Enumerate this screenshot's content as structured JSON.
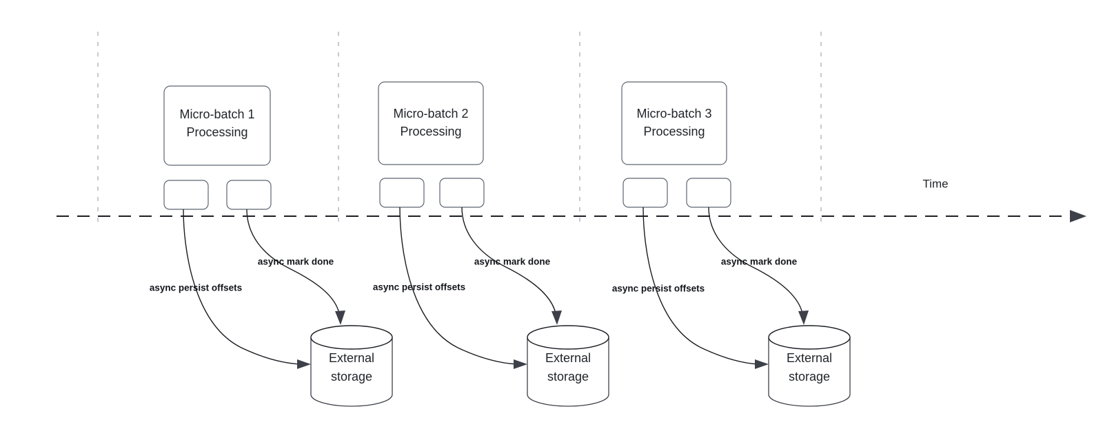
{
  "diagram": {
    "title_text": "",
    "background_color": "#ffffff",
    "stroke_color": "#5c6370",
    "text_color": "#1f2328",
    "label_color": "#12151a",
    "tick_color": "#b8bcc4",
    "axis": {
      "label": "Time",
      "arrow_icon": "arrow-right-icon"
    },
    "batches": [
      {
        "id": "micro-batch-1",
        "line1": "Micro-batch 1",
        "line2": "Processing",
        "task_a_label": "",
        "task_b_label": "",
        "persist_label": "async persist offsets",
        "mark_done_label": "async mark done",
        "storage_line1": "External",
        "storage_line2": "storage"
      },
      {
        "id": "micro-batch-2",
        "line1": "Micro-batch 2",
        "line2": "Processing",
        "task_a_label": "",
        "task_b_label": "",
        "persist_label": "async persist offsets",
        "mark_done_label": "async mark done",
        "storage_line1": "External",
        "storage_line2": "storage"
      },
      {
        "id": "micro-batch-3",
        "line1": "Micro-batch 3",
        "line2": "Processing",
        "task_a_label": "",
        "task_b_label": "",
        "persist_label": "async persist offsets",
        "mark_done_label": "async mark done",
        "storage_line1": "External",
        "storage_line2": "storage"
      }
    ]
  }
}
